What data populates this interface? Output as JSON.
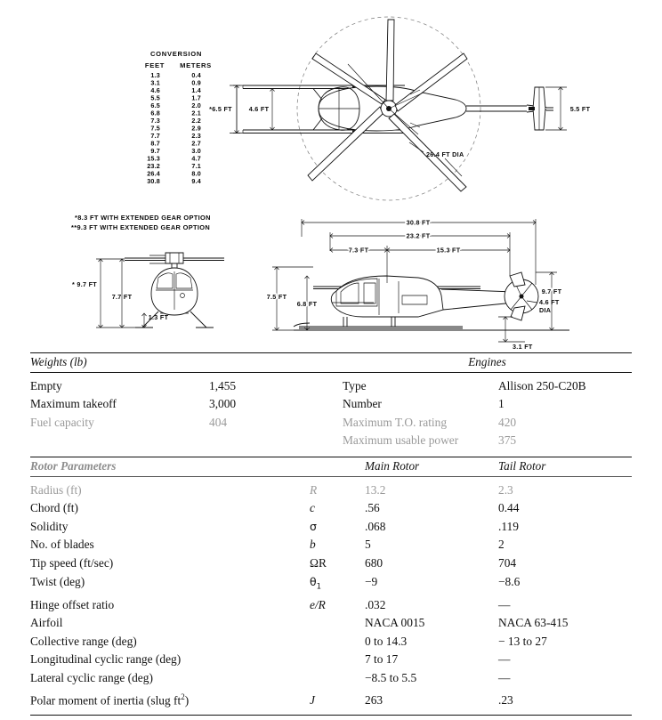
{
  "conversion_table": {
    "title": "CONVERSION",
    "col_feet": "FEET",
    "col_meters": "METERS",
    "rows": [
      {
        "feet": "1.3",
        "meters": "0.4"
      },
      {
        "feet": "3.1",
        "meters": "0.9"
      },
      {
        "feet": "4.6",
        "meters": "1.4"
      },
      {
        "feet": "5.5",
        "meters": "1.7"
      },
      {
        "feet": "6.5",
        "meters": "2.0"
      },
      {
        "feet": "6.8",
        "meters": "2.1"
      },
      {
        "feet": "7.3",
        "meters": "2.2"
      },
      {
        "feet": "7.5",
        "meters": "2.9"
      },
      {
        "feet": "7.7",
        "meters": "2.3"
      },
      {
        "feet": "8.7",
        "meters": "2.7"
      },
      {
        "feet": "9.7",
        "meters": "3.0"
      },
      {
        "feet": "15.3",
        "meters": "4.7"
      },
      {
        "feet": "23.2",
        "meters": "7.1"
      },
      {
        "feet": "26.4",
        "meters": "8.0"
      },
      {
        "feet": "30.8",
        "meters": "9.4"
      }
    ]
  },
  "top_view": {
    "dim_skid_outer": "*6.5 FT",
    "dim_skid_inner": "4.6 FT",
    "dim_tail_span": "5.5 FT",
    "dim_rotor_dia": "26.4 FT DIA"
  },
  "notes": {
    "note1": "*8.3 FT WITH EXTENDED GEAR OPTION",
    "note2": "**9.3 FT WITH EXTENDED GEAR OPTION"
  },
  "front_view": {
    "dim_overall_height": "* 9.7 FT",
    "dim_rotor_height": "7.7 FT",
    "dim_skid_width": "1.3 FT"
  },
  "side_view": {
    "dim_overall_length": "30.8 FT",
    "dim_fuselage_length": "23.2 FT",
    "dim_nose_to_mast": "7.3 FT",
    "dim_mast_to_tail": "15.3 FT",
    "dim_height_total": "7.5 FT",
    "dim_cabin_height": "6.8 FT",
    "dim_tail_height": "9.7 FT",
    "dim_tail_rotor_dia": "4.6 FT DIA",
    "dim_ground_clearance": "3.1 FT"
  },
  "weights": {
    "section_title": "Weights (lb)",
    "rows": [
      {
        "label": "Empty",
        "value": "1,455",
        "faded": false
      },
      {
        "label": "Maximum takeoff",
        "value": "3,000",
        "faded": false
      },
      {
        "label": "Fuel capacity",
        "value": "404",
        "faded": true
      }
    ]
  },
  "engines": {
    "section_title": "Engines",
    "rows": [
      {
        "label": "Type",
        "value": "Allison 250-C20B",
        "faded": false
      },
      {
        "label": "Number",
        "value": "1",
        "faded": false
      },
      {
        "label": "Maximum T.O. rating",
        "value": "420",
        "faded": true
      },
      {
        "label": "Maximum usable power",
        "value": "375",
        "faded": true
      }
    ]
  },
  "rotor_parameters": {
    "section_title": "Rotor Parameters",
    "col_main": "Main Rotor",
    "col_tail": "Tail Rotor",
    "rows": [
      {
        "label": "Radius (ft)",
        "symbol": "R",
        "main": "13.2",
        "tail": "2.3",
        "faded": true
      },
      {
        "label": "Chord (ft)",
        "symbol": "c",
        "main": ".56",
        "tail": "0.44",
        "faded": false
      },
      {
        "label": "Solidity",
        "symbol": "σ",
        "main": ".068",
        "tail": ".119",
        "faded": false
      },
      {
        "label": "No. of blades",
        "symbol": "b",
        "main": "5",
        "tail": "2",
        "faded": false
      },
      {
        "label": "Tip speed (ft/sec)",
        "symbol": "ΩR",
        "main": "680",
        "tail": "704",
        "faded": false
      },
      {
        "label": "Twist (deg)",
        "symbol": "θ1",
        "main": "−9",
        "tail": "−8.6",
        "faded": false
      },
      {
        "label": "Hinge offset ratio",
        "symbol": "e/R",
        "main": ".032",
        "tail": "—",
        "faded": false
      },
      {
        "label": "Airfoil",
        "symbol": "",
        "main": "NACA 0015",
        "tail": "NACA 63-415",
        "faded": false
      },
      {
        "label": "Collective range (deg)",
        "symbol": "",
        "main": "0 to 14.3",
        "tail": "− 13 to 27",
        "faded": false
      },
      {
        "label": "Longitudinal cyclic range (deg)",
        "symbol": "",
        "main": "7 to 17",
        "tail": "—",
        "faded": false
      },
      {
        "label": "Lateral cyclic range (deg)",
        "symbol": "",
        "main": "−8.5 to 5.5",
        "tail": "—",
        "faded": false
      },
      {
        "label": "Polar moment of inertia (slug ft²)",
        "symbol": "J",
        "main": "263",
        "tail": ".23",
        "faded": false
      }
    ]
  }
}
